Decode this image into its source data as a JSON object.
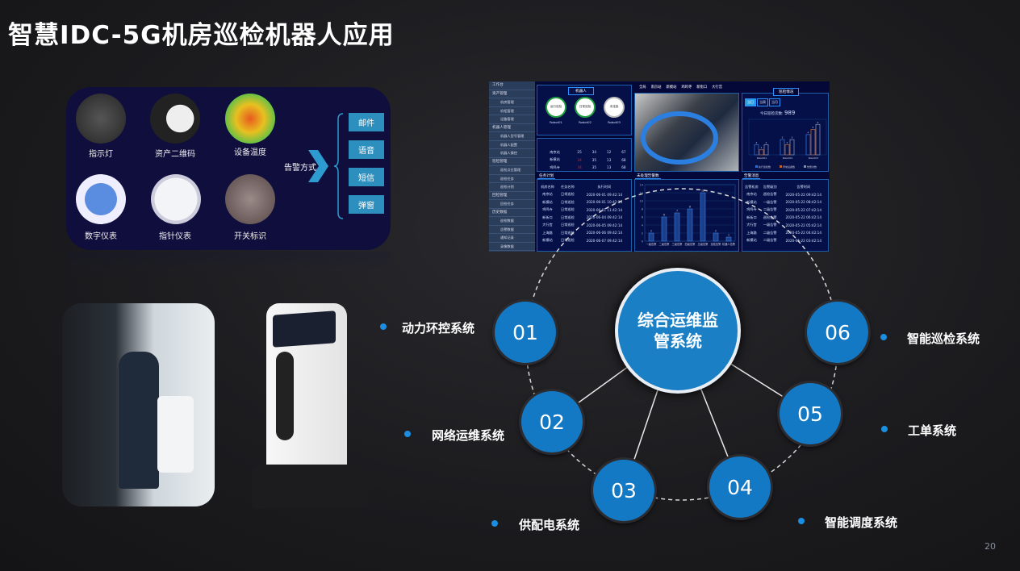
{
  "title": "智慧IDC-5G机房巡检机器人应用",
  "page_number": "20",
  "sensors": [
    "指示灯",
    "资产二维码",
    "设备温度",
    "数字仪表",
    "指针仪表",
    "开关标识"
  ],
  "alarm": {
    "label": "告警方式",
    "methods": [
      "邮件",
      "语音",
      "短信",
      "弹窗"
    ]
  },
  "dashboard": {
    "sidebar": [
      {
        "t": "工作台",
        "g": true
      },
      {
        "t": "资产管理",
        "g": true
      },
      {
        "t": "机房管理"
      },
      {
        "t": "机柜管理"
      },
      {
        "t": "设备管理"
      },
      {
        "t": "机器人管理",
        "g": true
      },
      {
        "t": "机器人型号管理"
      },
      {
        "t": "机器人配置"
      },
      {
        "t": "机器人操控"
      },
      {
        "t": "巡检管理",
        "g": true
      },
      {
        "t": "巡检点位管理"
      },
      {
        "t": "巡检任务"
      },
      {
        "t": "巡检计划"
      },
      {
        "t": "回检管理",
        "g": true
      },
      {
        "t": "回检任务"
      },
      {
        "t": "历史数据",
        "g": true
      },
      {
        "t": "巡检数据"
      },
      {
        "t": "告警数据"
      },
      {
        "t": "通知记录"
      },
      {
        "t": "录像数据"
      }
    ],
    "robot_panel_title": "机器人",
    "robots": [
      {
        "status": "运行巡检",
        "name": "Robot01"
      },
      {
        "status": "日常巡检",
        "name": "Robot02"
      },
      {
        "status": "未连接",
        "name": "Robot03"
      }
    ],
    "env_rows": [
      [
        "南京站",
        "25",
        "34",
        "12",
        "67"
      ],
      [
        "新模站",
        "34",
        "35",
        "13",
        "68"
      ],
      [
        "鸡鸣寺",
        "34",
        "35",
        "13",
        "68"
      ]
    ],
    "task_title": "任务计划",
    "task_headers": [
      "机房名称",
      "任务名称",
      "执行时间"
    ],
    "task_rows": [
      [
        "南京站",
        "日常巡检",
        "2020-06-01 09:42:14"
      ],
      [
        "新模站",
        "日常巡检",
        "2020-06-01 10:42:14"
      ],
      [
        "鸡鸣寺",
        "日常巡检",
        "2020-06-01 11:42:14"
      ],
      [
        "新街口",
        "日常巡检",
        "2020-06-04 09:42:14"
      ],
      [
        "大行宫",
        "日常巡检",
        "2020-06-05 09:42:14"
      ],
      [
        "上海路",
        "日常巡检",
        "2020-06-06 09:42:14"
      ],
      [
        "新模站",
        "日常巡检",
        "2020-06-07 09:42:14"
      ]
    ],
    "station_tabs": [
      "全局",
      "南京站",
      "新模站",
      "鸡鸣寺",
      "新街口",
      "大行宫"
    ],
    "inspect_title": "巡检情况",
    "inspect_tabs": [
      "当日",
      "当周",
      "当月"
    ],
    "today_count_label": "今日巡检次数:",
    "today_count": "989",
    "alarm_msg_title": "告警消息",
    "alarm_headers": [
      "告警机房",
      "告警级别",
      "告警时间"
    ],
    "alarm_rows": [
      [
        "南京站",
        "巡检告警",
        "2020-05-22 09:42:14"
      ],
      [
        "新模站",
        "一级告警",
        "2020-05-22 08:42:14"
      ],
      [
        "鸡鸣寺",
        "二级告警",
        "2020-05-22 07:42:14"
      ],
      [
        "新街口",
        "巡检告警",
        "2020-05-22 06:42:14"
      ],
      [
        "大行宫",
        "一级告警",
        "2020-05-22 05:42:14"
      ],
      [
        "上海路",
        "二级告警",
        "2020-05-22 04:42:14"
      ],
      [
        "新模站",
        "二级告警",
        "2020-05-22 03:42:14"
      ]
    ]
  },
  "chart_data": [
    {
      "type": "bar",
      "title": "未处理告警数",
      "categories": [
        "一级告警",
        "二级告警",
        "三级告警",
        "四级告警",
        "五级告警",
        "巡检告警",
        "机器人告警"
      ],
      "values": [
        2,
        6,
        7,
        8,
        12,
        2,
        1
      ],
      "ylim": [
        0,
        14
      ],
      "yticks": [
        0,
        2,
        4,
        6,
        8,
        10,
        12,
        14
      ]
    },
    {
      "type": "bar",
      "title": "巡检情况",
      "categories": [
        "Robot01",
        "Robot02",
        "Robot03"
      ],
      "series": [
        {
          "name": "执行巡检数",
          "values": [
            2,
            3,
            4
          ],
          "color": "#2f6fd0"
        },
        {
          "name": "异常设备数",
          "values": [
            1,
            2,
            5
          ],
          "color": "#c0602a"
        },
        {
          "name": "告警次数",
          "values": [
            2,
            3,
            6
          ],
          "color": "#7f8fb0"
        }
      ],
      "ylim": [
        0,
        7
      ]
    }
  ],
  "diagram": {
    "center": "综合运维监管系统",
    "nodes": [
      {
        "n": "01",
        "label": "动力环控系统"
      },
      {
        "n": "02",
        "label": "网络运维系统"
      },
      {
        "n": "03",
        "label": "供配电系统"
      },
      {
        "n": "04",
        "label": "智能调度系统"
      },
      {
        "n": "05",
        "label": "工单系统"
      },
      {
        "n": "06",
        "label": "智能巡检系统"
      }
    ]
  }
}
